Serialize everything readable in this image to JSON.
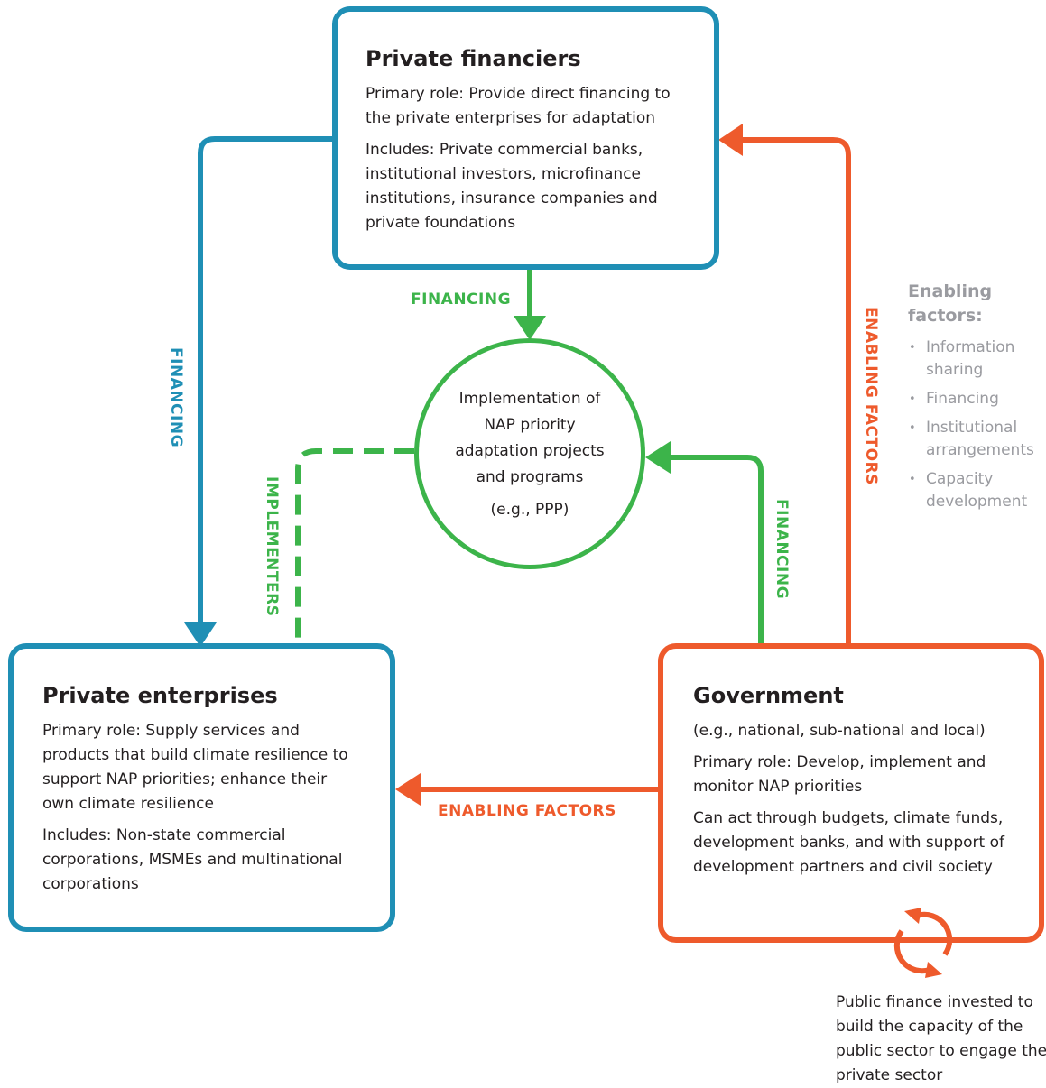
{
  "private_financiers": {
    "title": "Private financiers",
    "role": "Primary role: Provide direct financing to the private enterprises for adaptation",
    "includes": "Includes: Private commercial banks, institutional investors, microfinance institutions, insurance companies and private foundations"
  },
  "private_enterprises": {
    "title": "Private enterprises",
    "role": "Primary role: Supply services and products that build climate resilience to support NAP priorities; enhance their own climate resilience",
    "includes": "Includes: Non-state commercial corporations, MSMEs and multinational corporations"
  },
  "government": {
    "title": "Government",
    "scope": "(e.g., national, sub-national and local)",
    "role": "Primary role: Develop, implement and monitor NAP priorities",
    "means": "Can act through budgets, climate funds, development banks, and with support of development partners and civil society"
  },
  "implementation": {
    "text": "Implementation of NAP priority adaptation projects and programs",
    "example": "(e.g., PPP)"
  },
  "labels": {
    "financing_top": "FINANCING",
    "financing_left": "FINANCING",
    "financing_right": "FINANCING",
    "implementers": "IMPLEMENTERS",
    "enabling_factors_vertical": "ENABLING FACTORS",
    "enabling_factors_horizontal": "ENABLING FACTORS"
  },
  "enabling_factors": {
    "title": "Enabling factors:",
    "items": [
      "Information sharing",
      "Financing",
      "Institutional arrangements",
      "Capacity development"
    ]
  },
  "public_finance_note": "Public finance invested to build the capacity of the public sector to engage the private sector",
  "colors": {
    "blue": "#1f8fb5",
    "green": "#3cb44a",
    "orange": "#ee5a2c",
    "grey": "#9a9ba0"
  }
}
